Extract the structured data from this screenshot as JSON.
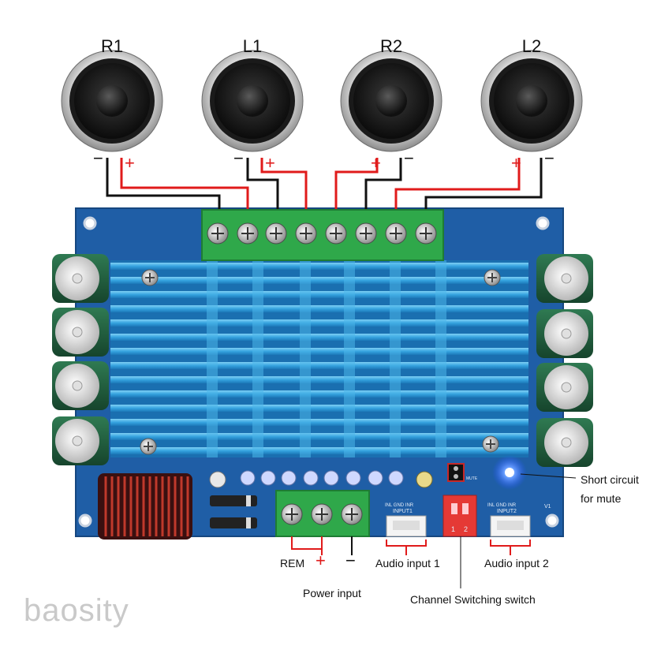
{
  "speakers": [
    {
      "id": "r1",
      "label": "R1",
      "neg": "−",
      "pos": "+"
    },
    {
      "id": "l1",
      "label": "L1",
      "neg": "−",
      "pos": "+"
    },
    {
      "id": "r2",
      "label": "R2",
      "pos": "+",
      "neg": "−"
    },
    {
      "id": "l2",
      "label": "L2",
      "pos": "+",
      "neg": "−"
    }
  ],
  "annotations": {
    "short_circuit_line1": "Short circuit",
    "short_circuit_line2": "for mute",
    "rem": "REM",
    "power_input": "Power input",
    "power_plus": "+",
    "power_minus": "−",
    "audio_input_1": "Audio input 1",
    "audio_input_2": "Audio input 2",
    "channel_switch": "Channel Switching switch"
  },
  "board_silkscreen": {
    "input1_title": "INPUT1",
    "input1_pins": "INL GND INR",
    "input2_title": "INPUT2",
    "input2_pins": "INL GND INR",
    "version": "V1",
    "mute": "MUTE",
    "switch_pos_1": "1",
    "switch_pos_2": "2"
  },
  "watermark": "baosity",
  "colors": {
    "board": "#1f5ea6",
    "heatsink": "#3aa7e0",
    "terminal": "#2fa84a",
    "wire_red": "#e01b1b",
    "wire_black": "#111111",
    "capacitor": "#1f5a3c"
  }
}
